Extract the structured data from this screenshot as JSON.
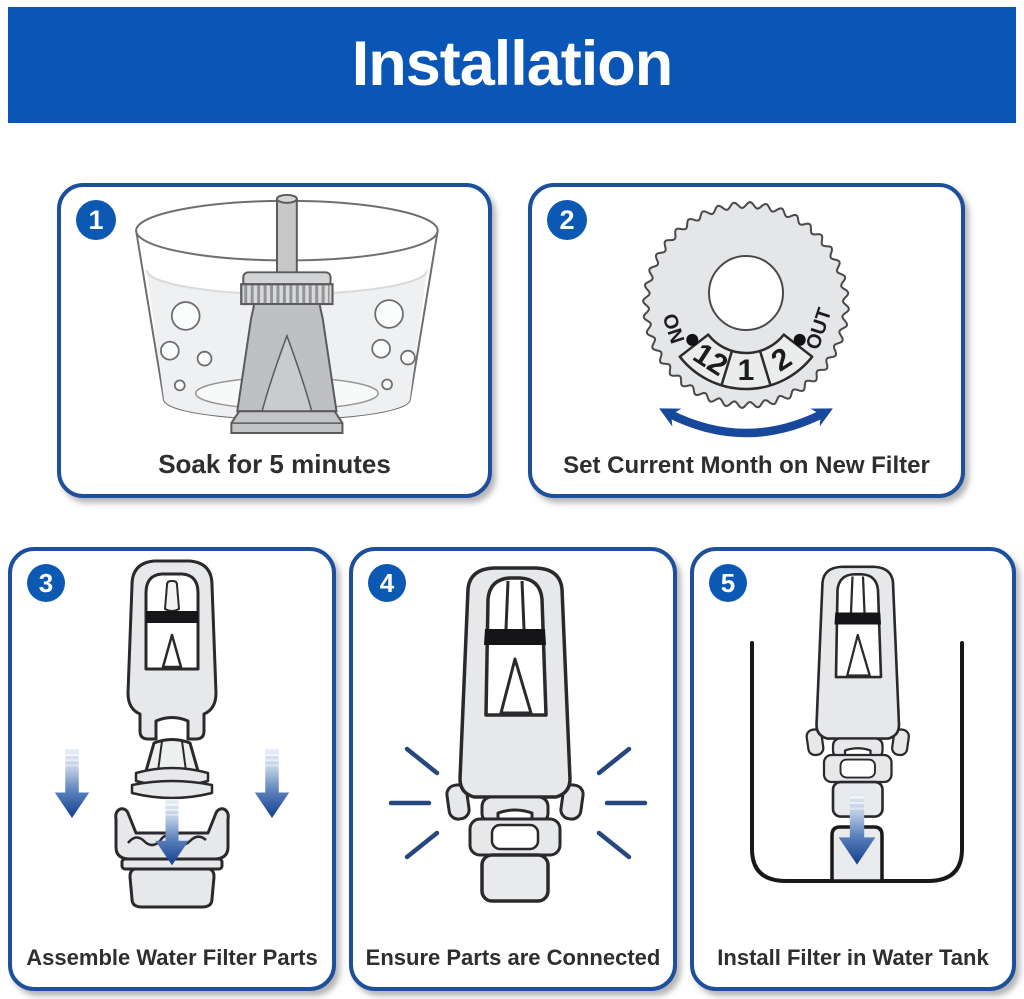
{
  "banner": {
    "title": "Installation"
  },
  "steps": [
    {
      "number": "1",
      "caption": "Soak for 5 minutes"
    },
    {
      "number": "2",
      "caption": "Set Current Month on New Filter",
      "dial": {
        "on_label": "ON",
        "out_label": "OUT",
        "months": [
          "12",
          "1",
          "2"
        ]
      }
    },
    {
      "number": "3",
      "caption": "Assemble Water Filter Parts"
    },
    {
      "number": "4",
      "caption": "Ensure Parts are Connected"
    },
    {
      "number": "5",
      "caption": "Install Filter in Water Tank"
    }
  ],
  "colors": {
    "banner_blue": "#0a56b6",
    "panel_border_blue": "#1d4f9b",
    "badge_blue": "#0c59b4",
    "arrow_blue_dark": "#133f8d",
    "arrow_blue_light": "#e9eef6",
    "rotate_arrow_blue": "#17489c",
    "snap_line_navy": "#27477f",
    "caption_text": "#2e2e30",
    "outline_gray": "#2a2a2c",
    "part_fill_gray": "#e7e8e9"
  }
}
